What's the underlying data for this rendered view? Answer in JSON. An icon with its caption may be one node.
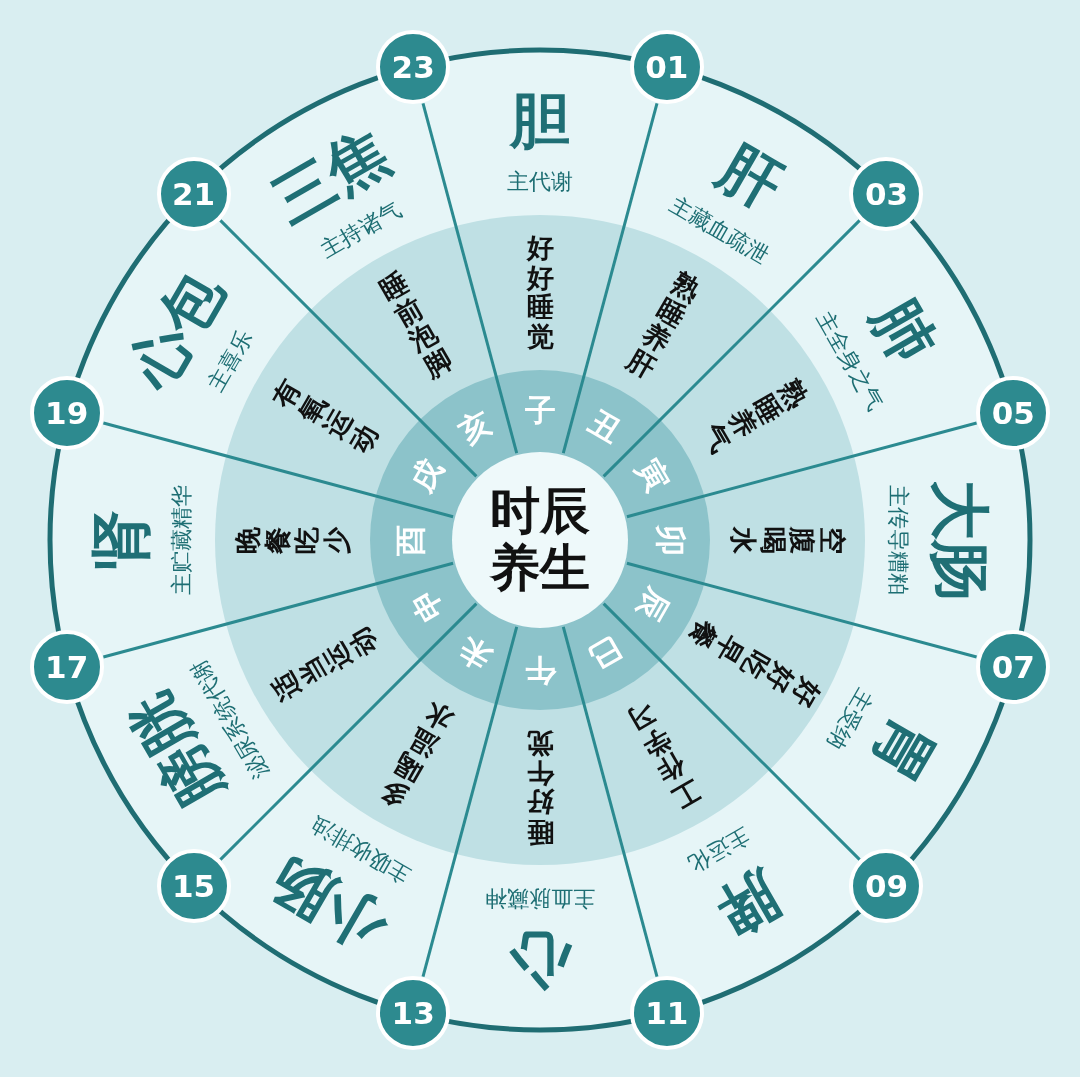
{
  "diagram": {
    "nodes": [
      {
        "text": [
          "时辰养生"
        ]
      },
      {
        "text": [
          "23"
        ]
      },
      {
        "text": [
          "01"
        ]
      },
      {
        "text": [
          "03"
        ]
      },
      {
        "text": [
          "05"
        ]
      },
      {
        "text": [
          "07"
        ]
      },
      {
        "text": [
          "09"
        ]
      },
      {
        "text": [
          "11"
        ]
      },
      {
        "text": [
          "13"
        ]
      },
      {
        "text": [
          "15"
        ]
      },
      {
        "text": [
          "17"
        ]
      },
      {
        "text": [
          "19"
        ]
      },
      {
        "text": [
          "21"
        ]
      }
    ],
    "edges": [],
    "labels": [
      "胆",
      "主代谢",
      "好好睡觉",
      "子",
      "肝",
      "主藏血疏泄",
      "熟睡养肝",
      "丑",
      "肺",
      "主全身之气",
      "熟睡养气",
      "寅",
      "大肠",
      "主传导糟粕",
      "空腹喝水",
      "卯",
      "胃",
      "主受纳",
      "好好吃早餐",
      "辰",
      "脾",
      "主运化",
      "工作学习",
      "巳",
      "心",
      "主血脉藏神",
      "睡好午觉",
      "午",
      "小肠",
      "主吸收排浊",
      "多喝温水",
      "未",
      "膀胱",
      "泌尿系统代谢",
      "适当运动",
      "申",
      "肾",
      "主贮藏精华",
      "晚餐吃少",
      "酉",
      "心包",
      "主喜乐",
      "有氧运动",
      "戌",
      "三焦",
      "主持诸气",
      "睡前泡脚",
      "亥"
    ]
  }
}
